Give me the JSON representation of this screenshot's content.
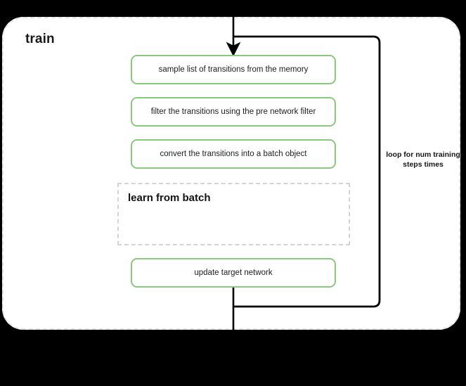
{
  "canvas": {
    "background": "#000000",
    "panel_background": "#ffffff",
    "panel_border_color": "#e3e3e3",
    "accent_green": "#8cc77f",
    "wire_color": "#000000"
  },
  "diagram": {
    "title": "train",
    "type": "flowchart",
    "nodes": [
      {
        "id": "sample",
        "label": "sample list of transitions from the memory",
        "style": "green-box"
      },
      {
        "id": "filter",
        "label": "filter the transitions using the pre network filter",
        "style": "green-box"
      },
      {
        "id": "convert",
        "label": "convert the transitions into a batch object",
        "style": "green-box"
      },
      {
        "id": "learn",
        "label": "learn from batch",
        "style": "dashed-group"
      },
      {
        "id": "update",
        "label": "update target network",
        "style": "green-box"
      }
    ],
    "loop": {
      "label": "loop for num training steps times",
      "label_lines": [
        "loop for num",
        "training steps",
        "times"
      ]
    }
  }
}
